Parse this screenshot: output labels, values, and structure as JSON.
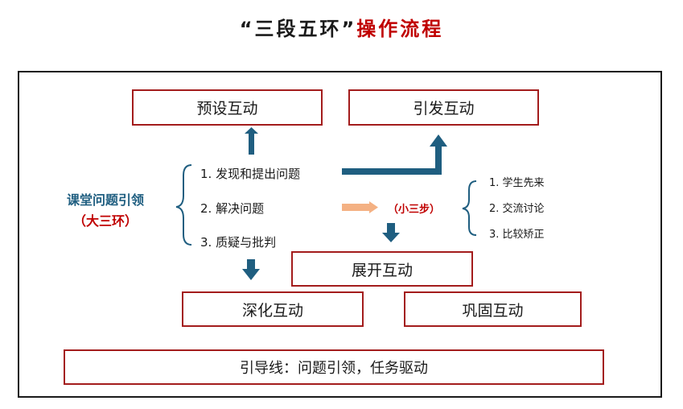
{
  "title": {
    "quote_part": "“三段五环”",
    "red_part": "操作流程"
  },
  "lead": {
    "line1": "课堂问题引领",
    "line2": "（大三环）"
  },
  "steps": [
    "1. 发现和提出问题",
    "2. 解决问题",
    "3. 质疑与批判"
  ],
  "small_step_label": "（小三步）",
  "sub_steps": [
    "1. 学生先来",
    "2. 交流讨论",
    "3. 比较矫正"
  ],
  "boxes": {
    "preset": "预设互动",
    "trigger": "引发互动",
    "expand": "展开互动",
    "deepen": "深化互动",
    "consolidate": "巩固互动",
    "guideline": "引导线：问题引领，任务驱动"
  },
  "colors": {
    "box_border": "#a31c1c",
    "arrow_dark": "#1f5e80",
    "arrow_light": "#f4b183",
    "title_red": "#c00000"
  }
}
